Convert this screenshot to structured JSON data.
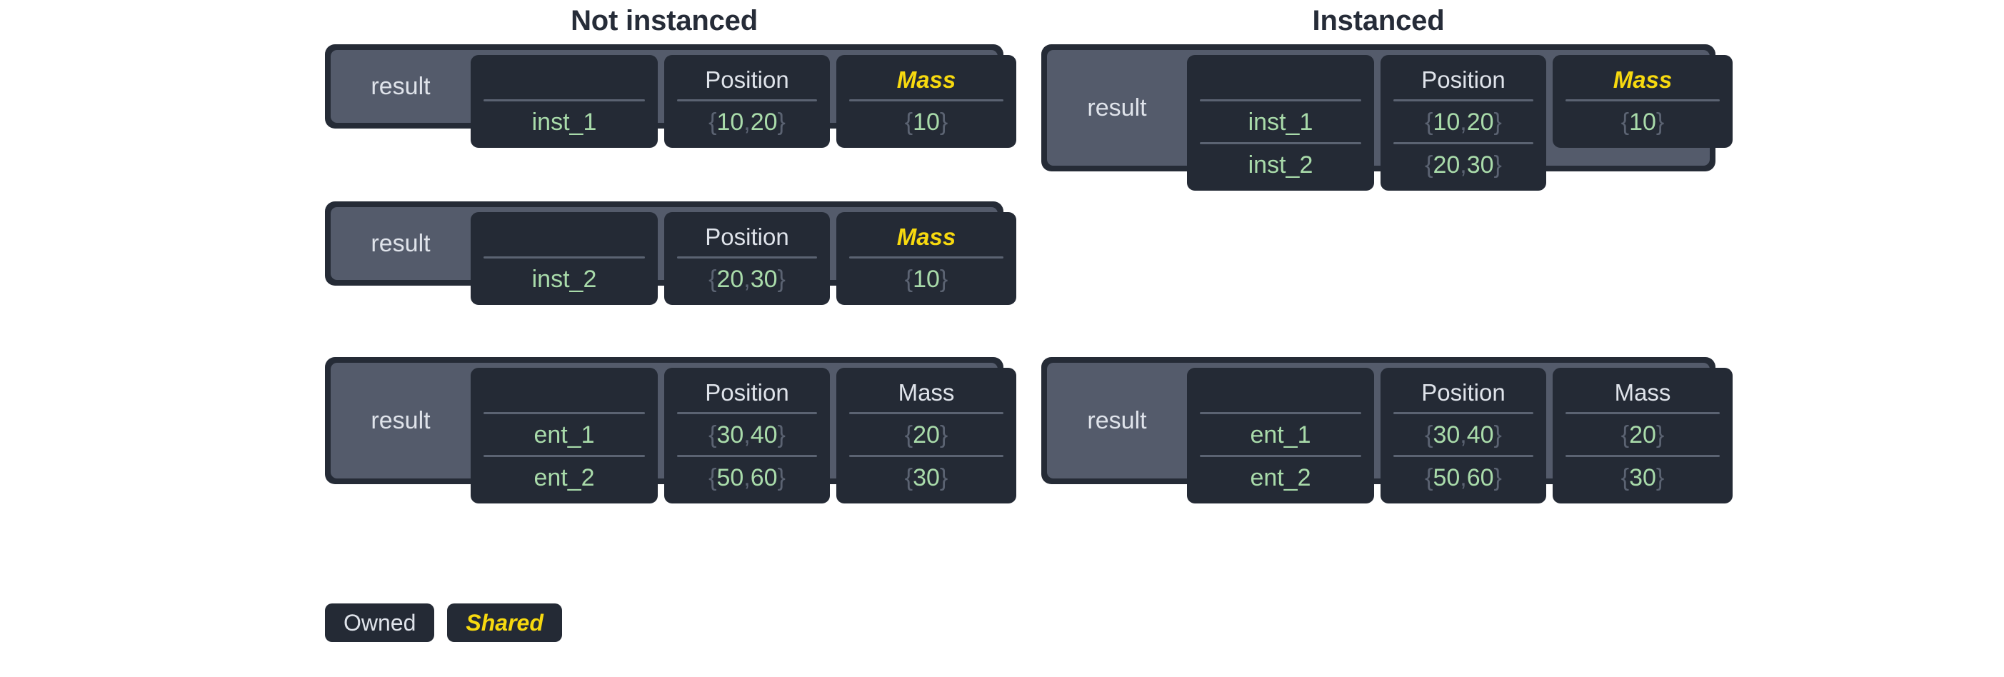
{
  "columns": [
    {
      "key": "not_instanced",
      "title": "Not instanced"
    },
    {
      "key": "instanced",
      "title": "Instanced"
    }
  ],
  "result_label": "result",
  "headers": {
    "name": "",
    "position": "Position",
    "mass": "Mass"
  },
  "legend": {
    "owned": "Owned",
    "shared": "Shared"
  },
  "colors": {
    "card_border": "#252b36",
    "card_fill": "#545b6b",
    "panel_fill": "#242a35",
    "header_text": "#dfe3ea",
    "value_text": "#a9dbaa",
    "muted": "#5b6372",
    "shared_accent": "#f7d90f",
    "title_text": "#262c38",
    "background": "#ffffff"
  },
  "cards": {
    "left": [
      {
        "id": "left-card-1",
        "result": "result",
        "mass_shared": true,
        "headers": {
          "name": "",
          "position": "Position",
          "mass": "Mass"
        },
        "rows": [
          {
            "name": "inst_1",
            "position": "{10, 20}",
            "mass": "{10}"
          }
        ]
      },
      {
        "id": "left-card-2",
        "result": "result",
        "mass_shared": true,
        "headers": {
          "name": "",
          "position": "Position",
          "mass": "Mass"
        },
        "rows": [
          {
            "name": "inst_2",
            "position": "{20, 30}",
            "mass": "{10}"
          }
        ]
      },
      {
        "id": "left-card-3",
        "result": "result",
        "mass_shared": false,
        "headers": {
          "name": "",
          "position": "Position",
          "mass": "Mass"
        },
        "rows": [
          {
            "name": "ent_1",
            "position": "{30, 40}",
            "mass": "{20}"
          },
          {
            "name": "ent_2",
            "position": "{50, 60}",
            "mass": "{30}"
          }
        ]
      }
    ],
    "right": [
      {
        "id": "right-card-1",
        "result": "result",
        "mass_shared": true,
        "headers": {
          "name": "",
          "position": "Position",
          "mass": "Mass"
        },
        "rows": [
          {
            "name": "inst_1",
            "position": "{10, 20}",
            "mass": "{10}"
          },
          {
            "name": "inst_2",
            "position": "{20, 30}",
            "mass": null
          }
        ]
      },
      {
        "id": "right-card-2",
        "result": "result",
        "mass_shared": false,
        "headers": {
          "name": "",
          "position": "Position",
          "mass": "Mass"
        },
        "rows": [
          {
            "name": "ent_1",
            "position": "{30, 40}",
            "mass": "{20}"
          },
          {
            "name": "ent_2",
            "position": "{50, 60}",
            "mass": "{30}"
          }
        ]
      }
    ]
  }
}
